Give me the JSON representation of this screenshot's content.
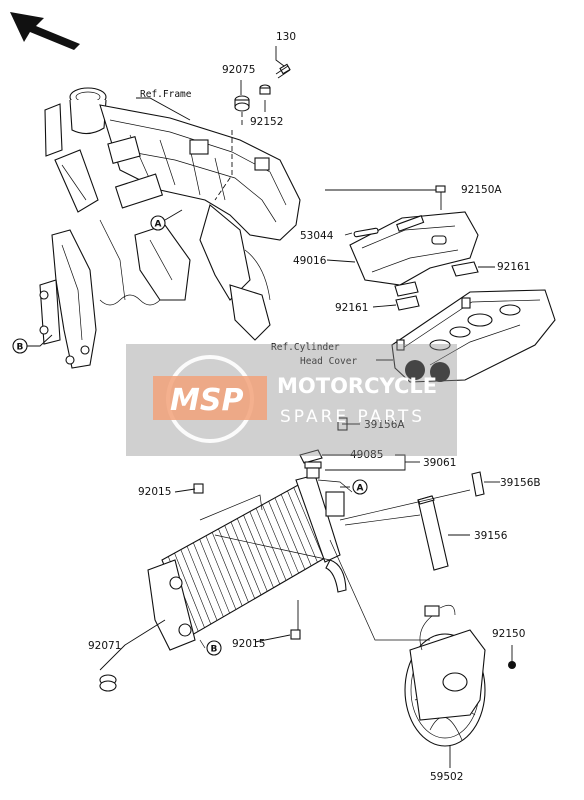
{
  "labels": {
    "p130": "130",
    "p92075": "92075",
    "p92152": "92152",
    "p92150A": "92150A",
    "p53044": "53044",
    "p49016": "49016",
    "p92161a": "92161",
    "p92161b": "92161",
    "p39156A": "39156A",
    "p49085": "49085",
    "p39061": "39061",
    "p39156B": "39156B",
    "p39156": "39156",
    "p92015a": "92015",
    "p92015b": "92015",
    "p92071": "92071",
    "p92150": "92150",
    "p59502": "59502"
  },
  "refs": {
    "frame": "Ref.Frame",
    "cyl1": "Ref.Cylinder",
    "cyl2": "Head Cover"
  },
  "markers": {
    "a1": "A",
    "a2": "A",
    "b1": "B",
    "b2": "B"
  },
  "watermark": {
    "logo": "MSP",
    "title": "MOTORCYCLE",
    "subtitle": "SPARE PARTS"
  }
}
